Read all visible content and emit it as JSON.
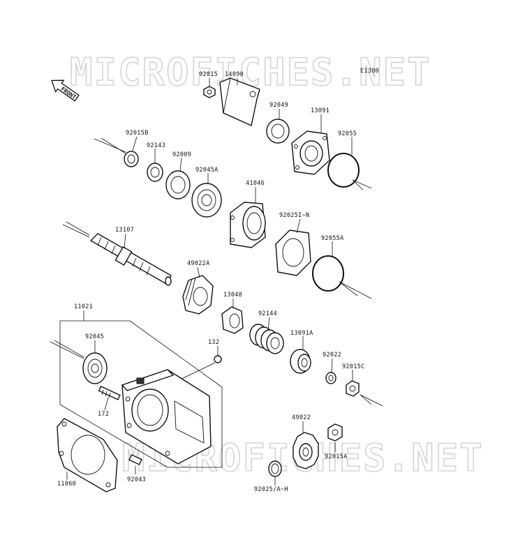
{
  "watermark": "MICROFICHES.NET",
  "diagram_code": "E1380",
  "front_label": "FRONT",
  "labels": {
    "p92015": "92015",
    "p14090": "14090",
    "p92049": "92049",
    "p13091": "13091",
    "p92015B": "92015B",
    "p92143": "92143",
    "p92009": "92009",
    "p92045A": "92045A",
    "p92055": "92055",
    "p41046": "41046",
    "p92025I": "92025I~N",
    "p13107": "13107",
    "p92055A": "92055A",
    "p49022A": "49022A",
    "p13048": "13048",
    "p92144": "92144",
    "p11021": "11021",
    "p92045": "92045",
    "p13091A": "13091A",
    "p132": "132",
    "p92022": "92022",
    "p92015C": "92015C",
    "p172": "172",
    "p49022": "49022",
    "p92015A": "92015A",
    "p11060": "11060",
    "p92043": "92043",
    "p92025A": "92025/A~H"
  }
}
